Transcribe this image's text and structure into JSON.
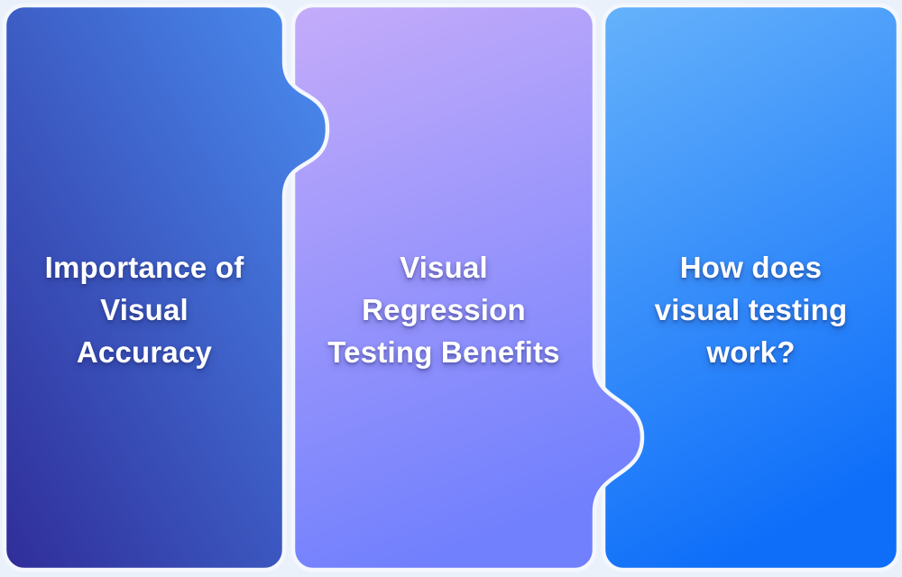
{
  "colors": {
    "background": "#ebf1fb",
    "seam": "#f4f8fe",
    "title_text": "#ffffff"
  },
  "panels": [
    {
      "title": "Importance of Visual Accuracy",
      "lines": [
        "Importance of",
        "Visual",
        "Accuracy"
      ],
      "gradient": {
        "from": "#4a8ef1",
        "to": "#302d99",
        "direction": "top-right to bottom-left"
      }
    },
    {
      "title": "Visual Regression Testing Benefits",
      "lines": [
        "Visual",
        "Regression",
        "Testing Benefits"
      ],
      "gradient": {
        "from": "#c3abfa",
        "to": "#7180fd",
        "direction": "top to bottom"
      }
    },
    {
      "title": "How does visual testing work?",
      "lines": [
        "How does",
        "visual testing",
        "work?"
      ],
      "gradient": {
        "from": "#63b0fb",
        "to": "#0e6ef9",
        "direction": "top to bottom"
      }
    }
  ]
}
